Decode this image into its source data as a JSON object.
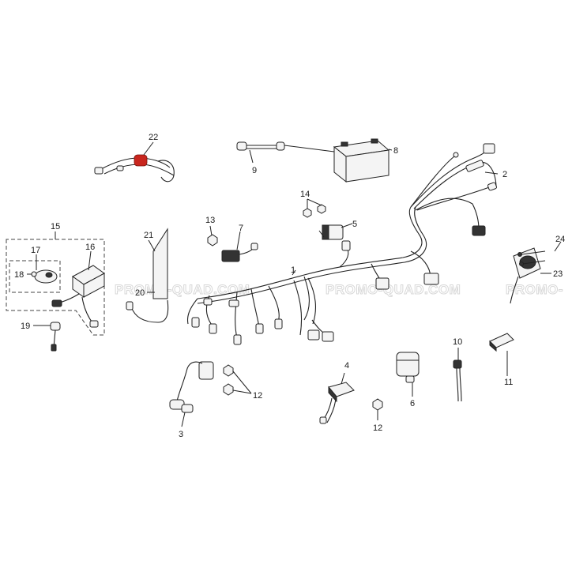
{
  "watermarks": [
    "PROMO-QUAD.COM",
    "PROMO-QUAD.COM",
    "PROMO-"
  ],
  "callouts": {
    "c1": "1",
    "c2": "2",
    "c3": "3",
    "c4": "4",
    "c5": "5",
    "c6": "6",
    "c7": "7",
    "c8": "8",
    "c9": "9",
    "c10": "10",
    "c11": "11",
    "c12a": "12",
    "c12b": "12",
    "c13": "13",
    "c14": "14",
    "c15": "15",
    "c16": "16",
    "c17": "17",
    "c18": "18",
    "c19": "19",
    "c20": "20",
    "c21": "21",
    "c22": "22",
    "c23": "23",
    "c24": "24"
  },
  "colors": {
    "accent": "#c8261e",
    "line": "#222222",
    "watermark": "#d8d8d8"
  }
}
